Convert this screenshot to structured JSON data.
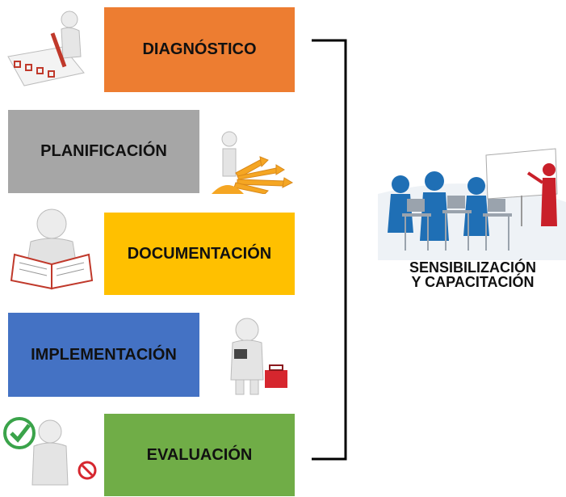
{
  "steps": [
    {
      "label": "DIAGNÓSTICO",
      "color": "#ED7D31",
      "icon": "checklist-figure-icon"
    },
    {
      "label": "PLANIFICACIÓN",
      "color": "#A6A6A6",
      "icon": "thinking-figure-icon"
    },
    {
      "label": "DOCUMENTACIÓN",
      "color": "#FFC000",
      "icon": "reading-figure-icon"
    },
    {
      "label": "IMPLEMENTACIÓN",
      "color": "#4472C4",
      "icon": "toolbox-figure-icon"
    },
    {
      "label": "EVALUACIÓN",
      "color": "#70AD47",
      "icon": "check-figure-icon"
    }
  ],
  "side": {
    "line1": "SENSIBILIZACIÓN",
    "line2": "Y CAPACITACIÓN",
    "icon": "training-classroom-icon"
  }
}
